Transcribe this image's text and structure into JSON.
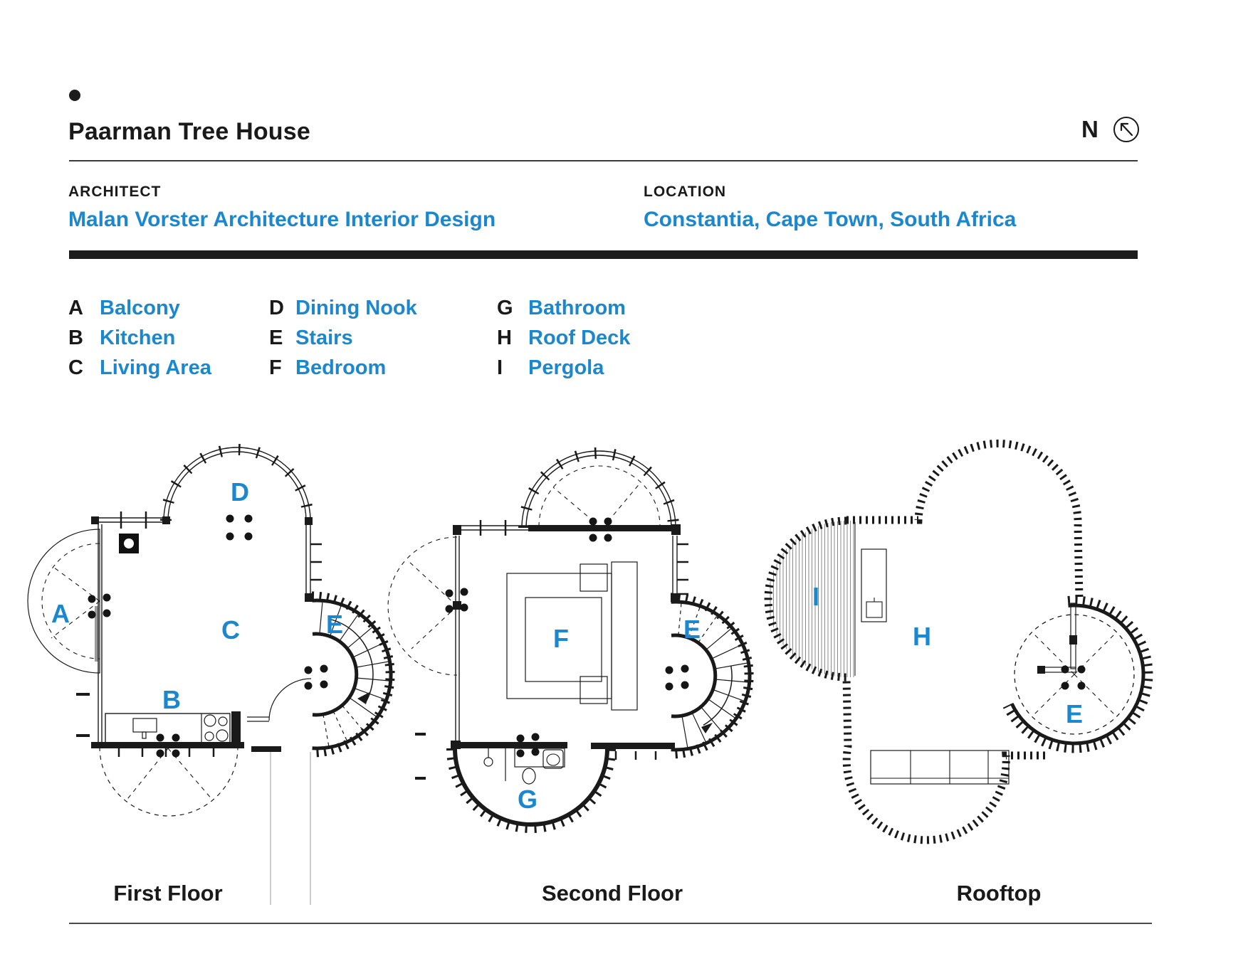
{
  "header": {
    "title": "Paarman Tree House",
    "north_label": "N"
  },
  "meta": {
    "architect_label": "ARCHITECT",
    "architect": "Malan Vorster Architecture Interior Design",
    "location_label": "LOCATION",
    "location": "Constantia, Cape Town, South Africa"
  },
  "legend": {
    "items": [
      {
        "key": "A",
        "label": "Balcony"
      },
      {
        "key": "B",
        "label": "Kitchen"
      },
      {
        "key": "C",
        "label": "Living Area"
      },
      {
        "key": "D",
        "label": "Dining Nook"
      },
      {
        "key": "E",
        "label": "Stairs"
      },
      {
        "key": "F",
        "label": "Bedroom"
      },
      {
        "key": "G",
        "label": "Bathroom"
      },
      {
        "key": "H",
        "label": "Roof Deck"
      },
      {
        "key": "I",
        "label": "Pergola"
      }
    ]
  },
  "plans": {
    "first": {
      "name": "First Floor",
      "labels": {
        "A": "A",
        "B": "B",
        "C": "C",
        "D": "D",
        "E": "E"
      }
    },
    "second": {
      "name": "Second Floor",
      "labels": {
        "E": "E",
        "F": "F",
        "G": "G"
      }
    },
    "rooftop": {
      "name": "Rooftop",
      "labels": {
        "E": "E",
        "H": "H",
        "I": "I"
      }
    }
  },
  "colors": {
    "accent_blue": "#1b87ce",
    "ink": "#1a1a1a"
  }
}
